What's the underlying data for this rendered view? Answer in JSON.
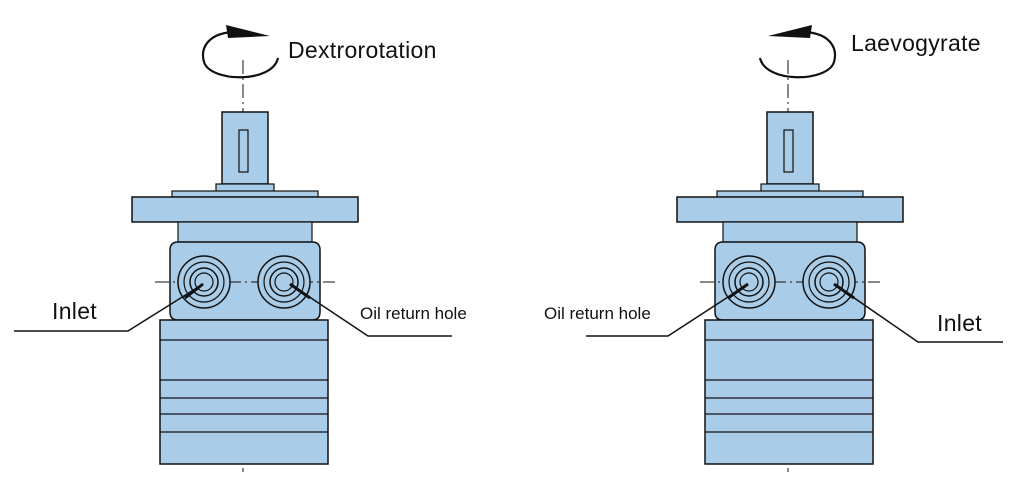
{
  "left_motor": {
    "rotation_label": "Dextrorotation",
    "inlet_label": "Inlet",
    "return_label": "Oil return hole"
  },
  "right_motor": {
    "rotation_label": "Laevogyrate",
    "inlet_label": "Inlet",
    "return_label": "Oil return hole"
  },
  "colors": {
    "body_fill": "#a9cce8",
    "outline": "#111111",
    "background": "#ffffff"
  }
}
